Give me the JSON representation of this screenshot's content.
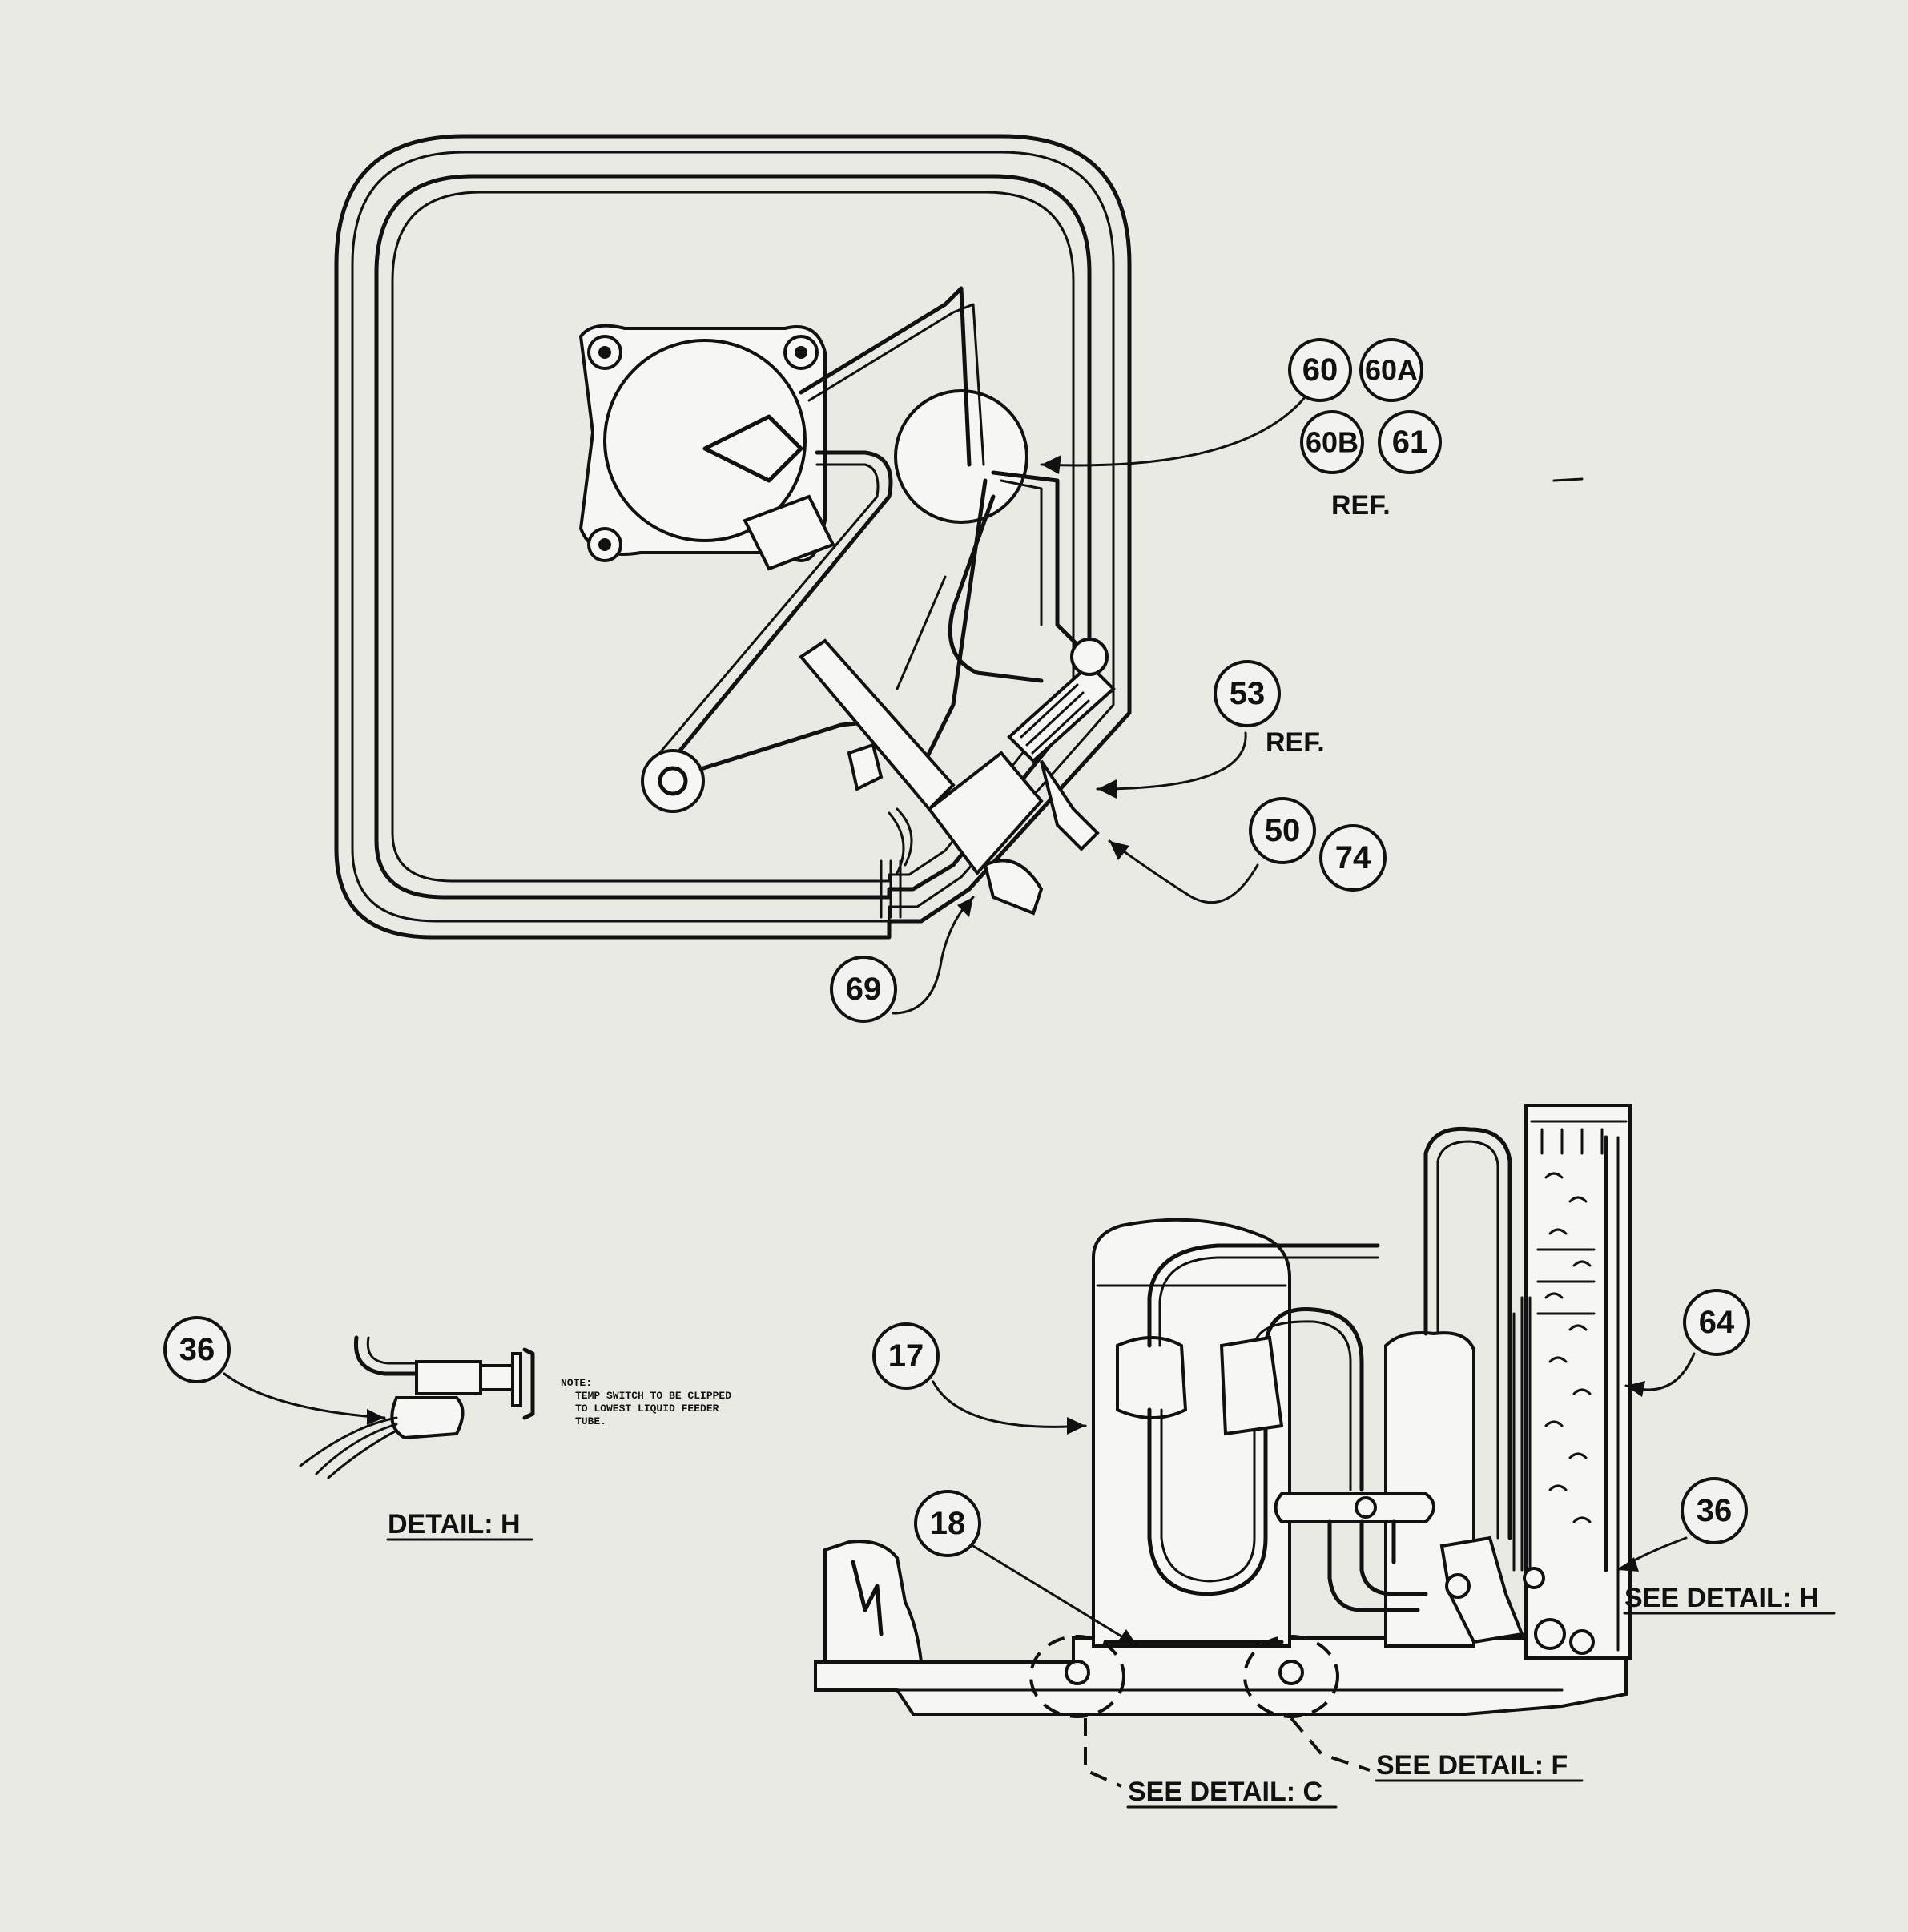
{
  "callouts": {
    "c60": "60",
    "c60a": "60A",
    "c60b": "60B",
    "c61": "61",
    "c53": "53",
    "c50": "50",
    "c74": "74",
    "c69": "69",
    "c36_detail": "36",
    "c17": "17",
    "c18": "18",
    "c64": "64",
    "c36_side": "36"
  },
  "labels": {
    "ref_60": "REF.",
    "ref_53": "REF.",
    "detail_h_title": "DETAIL: H",
    "see_detail_h": "SEE DETAIL: H",
    "see_detail_f": "SEE DETAIL: F",
    "see_detail_c": "SEE DETAIL: C"
  },
  "note": {
    "line1": "NOTE:",
    "line2": "TEMP SWITCH TO BE CLIPPED",
    "line3": "TO LOWEST LIQUID FEEDER",
    "line4": "TUBE."
  }
}
